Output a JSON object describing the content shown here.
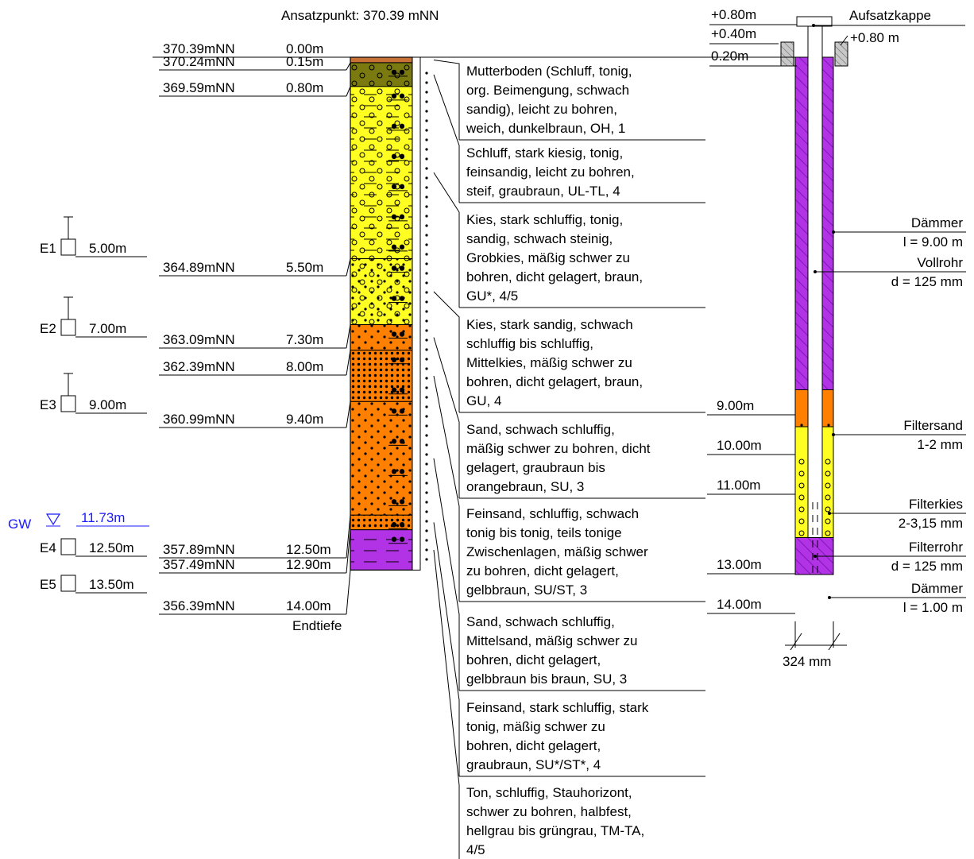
{
  "header": {
    "start_point": "Ansatzpunkt: 370.39 mNN"
  },
  "profile": {
    "end_label": "Endtiefe",
    "depth_levels": [
      {
        "elev": "370.39mNN",
        "depth": "0.00m"
      },
      {
        "elev": "370.24mNN",
        "depth": "0.15m"
      },
      {
        "elev": "369.59mNN",
        "depth": "0.80m"
      },
      {
        "elev": "364.89mNN",
        "depth": "5.50m"
      },
      {
        "elev": "363.09mNN",
        "depth": "7.30m"
      },
      {
        "elev": "362.39mNN",
        "depth": "8.00m"
      },
      {
        "elev": "360.99mNN",
        "depth": "9.40m"
      },
      {
        "elev": "357.89mNN",
        "depth": "12.50m"
      },
      {
        "elev": "357.49mNN",
        "depth": "12.90m"
      },
      {
        "elev": "356.39mNN",
        "depth": "14.00m"
      }
    ],
    "layers": [
      {
        "top": 0.0,
        "bottom": 0.15,
        "color": "#c87137",
        "pattern": "topsoil"
      },
      {
        "top": 0.15,
        "bottom": 0.8,
        "color": "#7a7a10",
        "pattern": "silt-gravel"
      },
      {
        "top": 0.8,
        "bottom": 5.5,
        "color": "#ffff22",
        "pattern": "gravel-silt"
      },
      {
        "top": 5.5,
        "bottom": 7.3,
        "color": "#ffff22",
        "pattern": "gravel-sand"
      },
      {
        "top": 7.3,
        "bottom": 8.0,
        "color": "#ff7f00",
        "pattern": "sand"
      },
      {
        "top": 8.0,
        "bottom": 9.4,
        "color": "#ff7f00",
        "pattern": "finesand"
      },
      {
        "top": 9.4,
        "bottom": 12.5,
        "color": "#ff7f00",
        "pattern": "sand"
      },
      {
        "top": 12.5,
        "bottom": 12.9,
        "color": "#ff7f00",
        "pattern": "finesand"
      },
      {
        "top": 12.9,
        "bottom": 14.0,
        "color": "#b233e6",
        "pattern": "clay"
      }
    ],
    "descriptions": [
      [
        "Mutterboden (Schluff, tonig,",
        "org. Beimengung, schwach",
        "sandig), leicht zu bohren,",
        "weich, dunkelbraun, OH, 1"
      ],
      [
        "Schluff, stark kiesig, tonig,",
        "feinsandig, leicht zu bohren,",
        "steif, graubraun, UL-TL, 4"
      ],
      [
        "Kies, stark schluffig, tonig,",
        "sandig, schwach steinig,",
        "Grobkies, mäßig schwer zu",
        "bohren, dicht gelagert, braun,",
        "GU*, 4/5"
      ],
      [
        "Kies, stark sandig, schwach",
        "schluffig bis schluffig,",
        "Mittelkies, mäßig schwer zu",
        "bohren, dicht gelagert, braun,",
        "GU, 4"
      ],
      [
        "Sand, schwach schluffig,",
        "mäßig schwer zu bohren, dicht",
        "gelagert, graubraun bis",
        "orangebraun, SU, 3"
      ],
      [
        "Feinsand, schluffig, schwach",
        "tonig bis tonig, teils tonige",
        "Zwischenlagen, mäßig schwer",
        "zu bohren, dicht gelagert,",
        "gelbbraun, SU/ST, 3"
      ],
      [
        "Sand, schwach schluffig,",
        "Mittelsand, mäßig schwer zu",
        "bohren, dicht gelagert,",
        "gelbbraun bis braun, SU, 3"
      ],
      [
        "Feinsand, stark schluffig, stark",
        "tonig, mäßig schwer zu",
        "bohren, dicht gelagert,",
        "graubraun, SU*/ST*, 4"
      ],
      [
        "Ton, schluffig, Stauhorizont,",
        "schwer zu bohren, halbfest,",
        "hellgrau bis grüngrau, TM-TA,",
        "4/5"
      ]
    ],
    "samples": [
      {
        "name": "E1",
        "depth": "5.00m",
        "value": 5.0
      },
      {
        "name": "E2",
        "depth": "7.00m",
        "value": 7.0
      },
      {
        "name": "E3",
        "depth": "9.00m",
        "value": 9.0
      },
      {
        "name": "E4",
        "depth": "12.50m",
        "value": 12.5
      },
      {
        "name": "E5",
        "depth": "13.50m",
        "value": 13.5
      }
    ],
    "groundwater": {
      "label": "GW",
      "depth": "11.73m",
      "value": 11.73
    }
  },
  "well": {
    "heights": [
      "+0.80m",
      "+0.40m",
      "0.20m"
    ],
    "cap_label": "Aufsatzkappe",
    "cap_height": "+0.80 m",
    "depths": [
      "9.00m",
      "10.00m",
      "11.00m",
      "13.00m",
      "14.00m"
    ],
    "annotations": [
      {
        "title": "Dämmer",
        "value": "l = 9.00 m"
      },
      {
        "title": "Vollrohr",
        "value": "d = 125 mm"
      },
      {
        "title": "Filtersand",
        "value": "1-2 mm"
      },
      {
        "title": "Filterkies",
        "value": "2-3,15 mm"
      },
      {
        "title": "Filterrohr",
        "value": "d = 125 mm"
      },
      {
        "title": "Dämmer",
        "value": "l = 1.00 m"
      }
    ],
    "diameter": "324 mm"
  },
  "colors": {
    "topsoil": "#c87137",
    "organic_silt": "#7a7a10",
    "gravel": "#ffff22",
    "sand": "#ff7f00",
    "clay": "#b233e6",
    "seal": "#9933cc",
    "groundwater": "#1a1aff"
  }
}
